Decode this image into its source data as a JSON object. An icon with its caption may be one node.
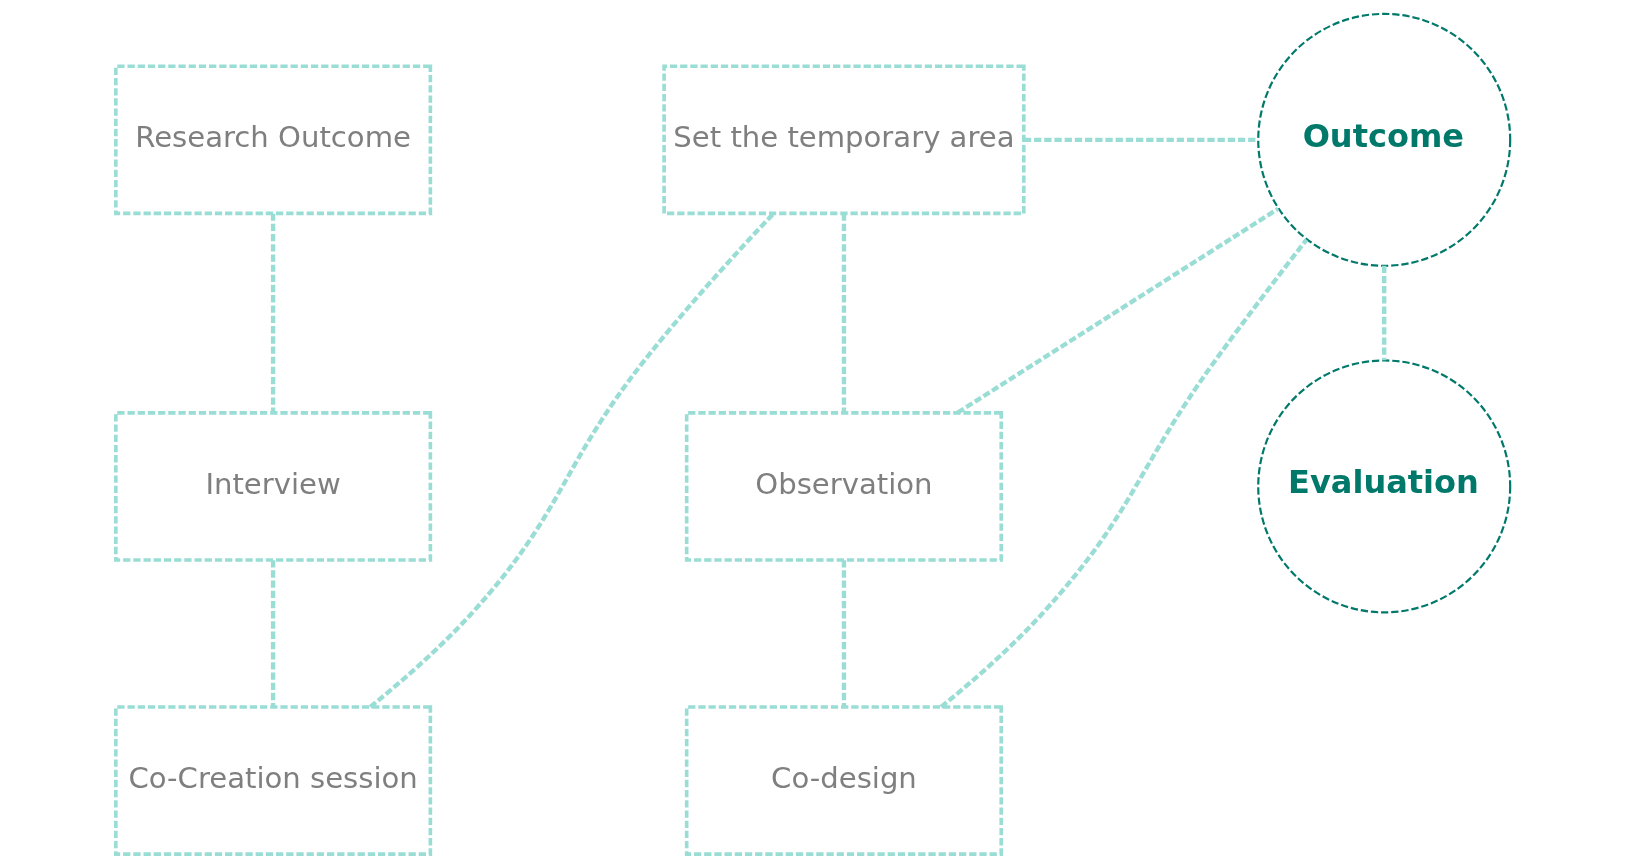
{
  "diagram": {
    "nodes": [
      {
        "text": [
          "Research Outcome"
        ]
      },
      {
        "text": [
          "Interview"
        ]
      },
      {
        "text": [
          "Co-Creation session"
        ]
      },
      {
        "text": [
          "Set the temporary area"
        ]
      },
      {
        "text": [
          "Observation"
        ]
      },
      {
        "text": [
          "Co-design"
        ]
      },
      {
        "text": [
          "Outcome"
        ]
      },
      {
        "text": [
          "Evaluation"
        ]
      }
    ],
    "edges": [
      {
        "from": 0,
        "to": 1,
        "arrow": "none",
        "style": "dashed"
      },
      {
        "from": 1,
        "to": 2,
        "arrow": "none",
        "style": "dashed"
      },
      {
        "from": 2,
        "to": 3,
        "arrow": "none",
        "style": "dashed"
      },
      {
        "from": 3,
        "to": 4,
        "arrow": "none",
        "style": "dashed"
      },
      {
        "from": 4,
        "to": 5,
        "arrow": "none",
        "style": "dashed"
      },
      {
        "from": 3,
        "to": 6,
        "arrow": "none",
        "style": "dashed"
      },
      {
        "from": 4,
        "to": 6,
        "arrow": "none",
        "style": "dashed"
      },
      {
        "from": 5,
        "to": 6,
        "arrow": "none",
        "style": "dashed"
      },
      {
        "from": 6,
        "to": 7,
        "arrow": "none",
        "style": "dashed"
      }
    ]
  }
}
